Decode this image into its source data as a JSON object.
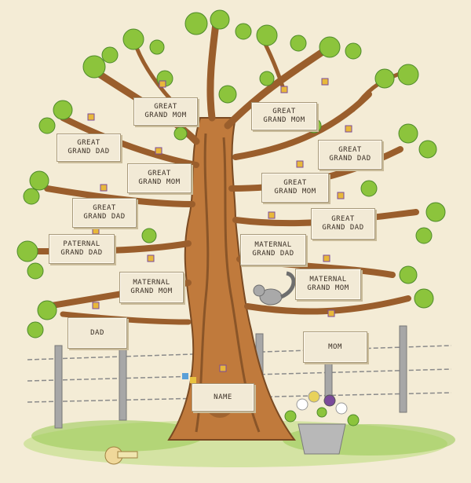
{
  "labels": {
    "great_grand_mom_1": "GREAT\nGRAND MOM",
    "great_grand_mom_2": "GREAT\nGRAND MOM",
    "great_grand_mom_3": "GREAT\nGRAND MOM",
    "great_grand_mom_4": "GREAT\nGRAND MOM",
    "great_grand_dad_1": "GREAT\nGRAND DAD",
    "great_grand_dad_2": "GREAT\nGRAND DAD",
    "great_grand_dad_3": "GREAT\nGRAND DAD",
    "great_grand_dad_4": "GREAT\nGRAND DAD",
    "paternal_grand_dad": "PATERNAL\nGRAND DAD",
    "maternal_grand_dad": "MATERNAL\nGRAND DAD",
    "maternal_grand_mom_left": "MATERNAL\nGRAND MOM",
    "maternal_grand_mom_right": "MATERNAL\nGRAND MOM",
    "dad": "DAD",
    "mom": "MOM",
    "name": "NAME"
  },
  "colors": {
    "background": "#f4ecd6",
    "bark": "#b8743c",
    "bark_dark": "#7a4a22",
    "leaf": "#8cc43c",
    "leaf_dark": "#4e8a2a",
    "plaque": "#f2ead6",
    "ribbon": "#e8b83a",
    "fence": "#9a9a9a",
    "grass": "#9ccc5a"
  },
  "icons": {
    "squirrel": "squirrel-icon",
    "flower_pot": "flower-pot-icon",
    "measuring_tape": "tape-measure-icon",
    "butterfly": "butterfly-icon"
  }
}
